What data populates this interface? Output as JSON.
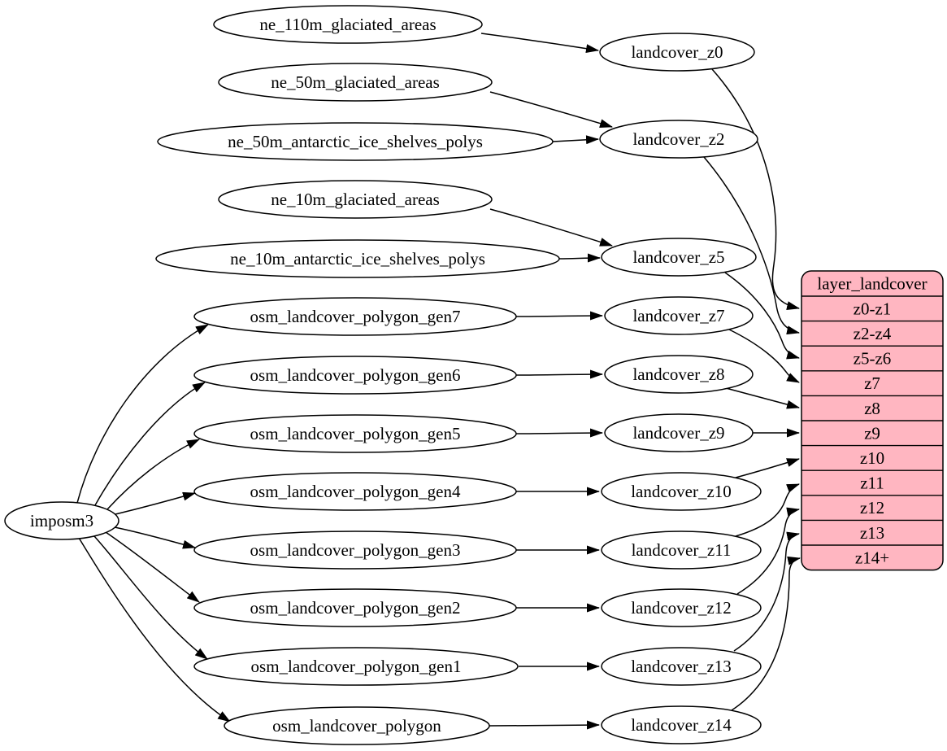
{
  "diagram": {
    "kind": "etl-graph",
    "description": "landcover layer mapping diagram"
  },
  "colors": {
    "background": "#ffffff",
    "node_fill": "#ffffff",
    "node_stroke": "#000000",
    "edge": "#000000",
    "table_fill": "#ffb6c1",
    "text": "#000000"
  },
  "nodes": [
    {
      "id": "imposm3",
      "label": "imposm3"
    },
    {
      "id": "ne_110m_glaciated_areas",
      "label": "ne_110m_glaciated_areas"
    },
    {
      "id": "ne_50m_glaciated_areas",
      "label": "ne_50m_glaciated_areas"
    },
    {
      "id": "ne_50m_antarctic_ice_shelves_polys",
      "label": "ne_50m_antarctic_ice_shelves_polys"
    },
    {
      "id": "ne_10m_glaciated_areas",
      "label": "ne_10m_glaciated_areas"
    },
    {
      "id": "ne_10m_antarctic_ice_shelves_polys",
      "label": "ne_10m_antarctic_ice_shelves_polys"
    },
    {
      "id": "osm_landcover_polygon_gen7",
      "label": "osm_landcover_polygon_gen7"
    },
    {
      "id": "osm_landcover_polygon_gen6",
      "label": "osm_landcover_polygon_gen6"
    },
    {
      "id": "osm_landcover_polygon_gen5",
      "label": "osm_landcover_polygon_gen5"
    },
    {
      "id": "osm_landcover_polygon_gen4",
      "label": "osm_landcover_polygon_gen4"
    },
    {
      "id": "osm_landcover_polygon_gen3",
      "label": "osm_landcover_polygon_gen3"
    },
    {
      "id": "osm_landcover_polygon_gen2",
      "label": "osm_landcover_polygon_gen2"
    },
    {
      "id": "osm_landcover_polygon_gen1",
      "label": "osm_landcover_polygon_gen1"
    },
    {
      "id": "osm_landcover_polygon",
      "label": "osm_landcover_polygon"
    },
    {
      "id": "landcover_z0",
      "label": "landcover_z0"
    },
    {
      "id": "landcover_z2",
      "label": "landcover_z2"
    },
    {
      "id": "landcover_z5",
      "label": "landcover_z5"
    },
    {
      "id": "landcover_z7",
      "label": "landcover_z7"
    },
    {
      "id": "landcover_z8",
      "label": "landcover_z8"
    },
    {
      "id": "landcover_z9",
      "label": "landcover_z9"
    },
    {
      "id": "landcover_z10",
      "label": "landcover_z10"
    },
    {
      "id": "landcover_z11",
      "label": "landcover_z11"
    },
    {
      "id": "landcover_z12",
      "label": "landcover_z12"
    },
    {
      "id": "landcover_z13",
      "label": "landcover_z13"
    },
    {
      "id": "landcover_z14",
      "label": "landcover_z14"
    }
  ],
  "table": {
    "title": "layer_landcover",
    "rows": [
      "z0-z1",
      "z2-z4",
      "z5-z6",
      "z7",
      "z8",
      "z9",
      "z10",
      "z11",
      "z12",
      "z13",
      "z14+"
    ]
  },
  "edges": [
    {
      "from": "ne_110m_glaciated_areas",
      "to": "landcover_z0"
    },
    {
      "from": "ne_50m_glaciated_areas",
      "to": "landcover_z2"
    },
    {
      "from": "ne_50m_antarctic_ice_shelves_polys",
      "to": "landcover_z2"
    },
    {
      "from": "ne_10m_glaciated_areas",
      "to": "landcover_z5"
    },
    {
      "from": "ne_10m_antarctic_ice_shelves_polys",
      "to": "landcover_z5"
    },
    {
      "from": "osm_landcover_polygon_gen7",
      "to": "landcover_z7"
    },
    {
      "from": "osm_landcover_polygon_gen6",
      "to": "landcover_z8"
    },
    {
      "from": "osm_landcover_polygon_gen5",
      "to": "landcover_z9"
    },
    {
      "from": "osm_landcover_polygon_gen4",
      "to": "landcover_z10"
    },
    {
      "from": "osm_landcover_polygon_gen3",
      "to": "landcover_z11"
    },
    {
      "from": "osm_landcover_polygon_gen2",
      "to": "landcover_z12"
    },
    {
      "from": "osm_landcover_polygon_gen1",
      "to": "landcover_z13"
    },
    {
      "from": "osm_landcover_polygon",
      "to": "landcover_z14"
    },
    {
      "from": "imposm3",
      "to": "osm_landcover_polygon_gen7"
    },
    {
      "from": "imposm3",
      "to": "osm_landcover_polygon_gen6"
    },
    {
      "from": "imposm3",
      "to": "osm_landcover_polygon_gen5"
    },
    {
      "from": "imposm3",
      "to": "osm_landcover_polygon_gen4"
    },
    {
      "from": "imposm3",
      "to": "osm_landcover_polygon_gen3"
    },
    {
      "from": "imposm3",
      "to": "osm_landcover_polygon_gen2"
    },
    {
      "from": "imposm3",
      "to": "osm_landcover_polygon_gen1"
    },
    {
      "from": "imposm3",
      "to": "osm_landcover_polygon"
    },
    {
      "from": "landcover_z0",
      "to": "layer_landcover:z0-z1"
    },
    {
      "from": "landcover_z2",
      "to": "layer_landcover:z2-z4"
    },
    {
      "from": "landcover_z5",
      "to": "layer_landcover:z5-z6"
    },
    {
      "from": "landcover_z7",
      "to": "layer_landcover:z7"
    },
    {
      "from": "landcover_z8",
      "to": "layer_landcover:z8"
    },
    {
      "from": "landcover_z9",
      "to": "layer_landcover:z9"
    },
    {
      "from": "landcover_z10",
      "to": "layer_landcover:z10"
    },
    {
      "from": "landcover_z11",
      "to": "layer_landcover:z11"
    },
    {
      "from": "landcover_z12",
      "to": "layer_landcover:z12"
    },
    {
      "from": "landcover_z13",
      "to": "layer_landcover:z13"
    },
    {
      "from": "landcover_z14",
      "to": "layer_landcover:z14+"
    }
  ]
}
